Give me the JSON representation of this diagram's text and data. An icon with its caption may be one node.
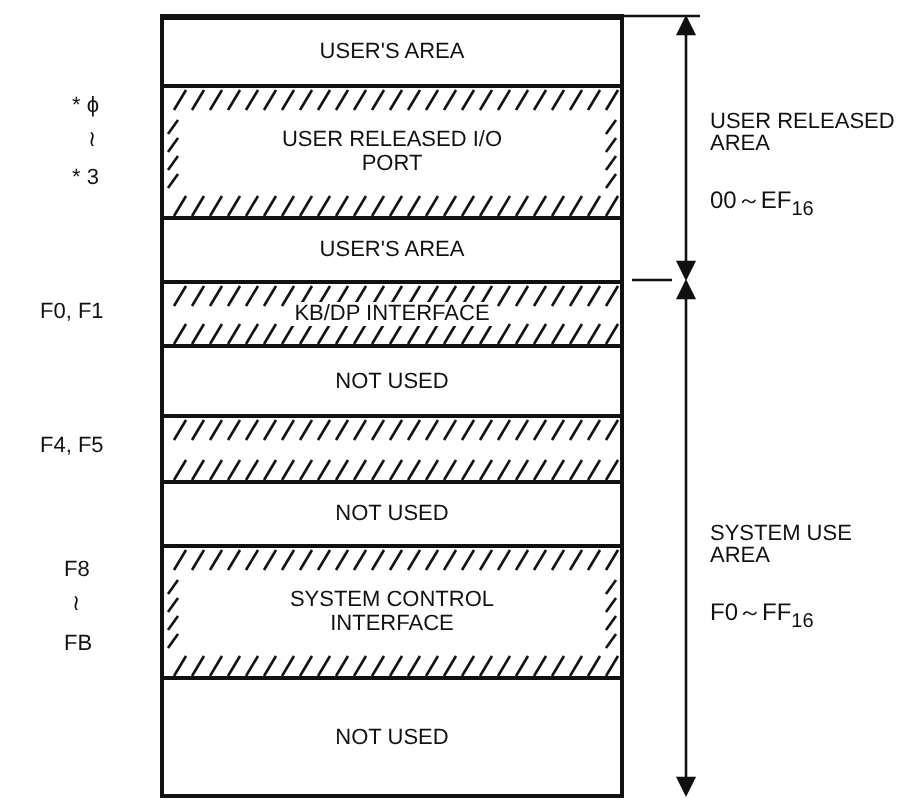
{
  "diagram": {
    "nodes": [
      {
        "text": [
          "USER'S AREA"
        ]
      },
      {
        "text": [
          "USER RELEASED I/O PORT"
        ]
      },
      {
        "text": [
          "USER'S AREA"
        ]
      },
      {
        "text": [
          "KB/DP INTERFACE"
        ]
      },
      {
        "text": [
          "NOT USED"
        ]
      },
      {
        "text": [],
        "shape": "box"
      },
      {
        "text": [
          "NOT USED"
        ]
      },
      {
        "text": [
          "SYSTEM CONTROL INTERFACE"
        ]
      },
      {
        "text": [
          "NOT USED"
        ]
      }
    ],
    "labels": [
      "* ϕ",
      "≀",
      "* 3",
      "USER RELEASED AREA",
      "00～EF$_{16}$",
      "F0, F1",
      "F4, F5",
      "SYSTEM USE AREA",
      "F8",
      "≀",
      "FB",
      "F0～FF$_{16}$"
    ]
  }
}
